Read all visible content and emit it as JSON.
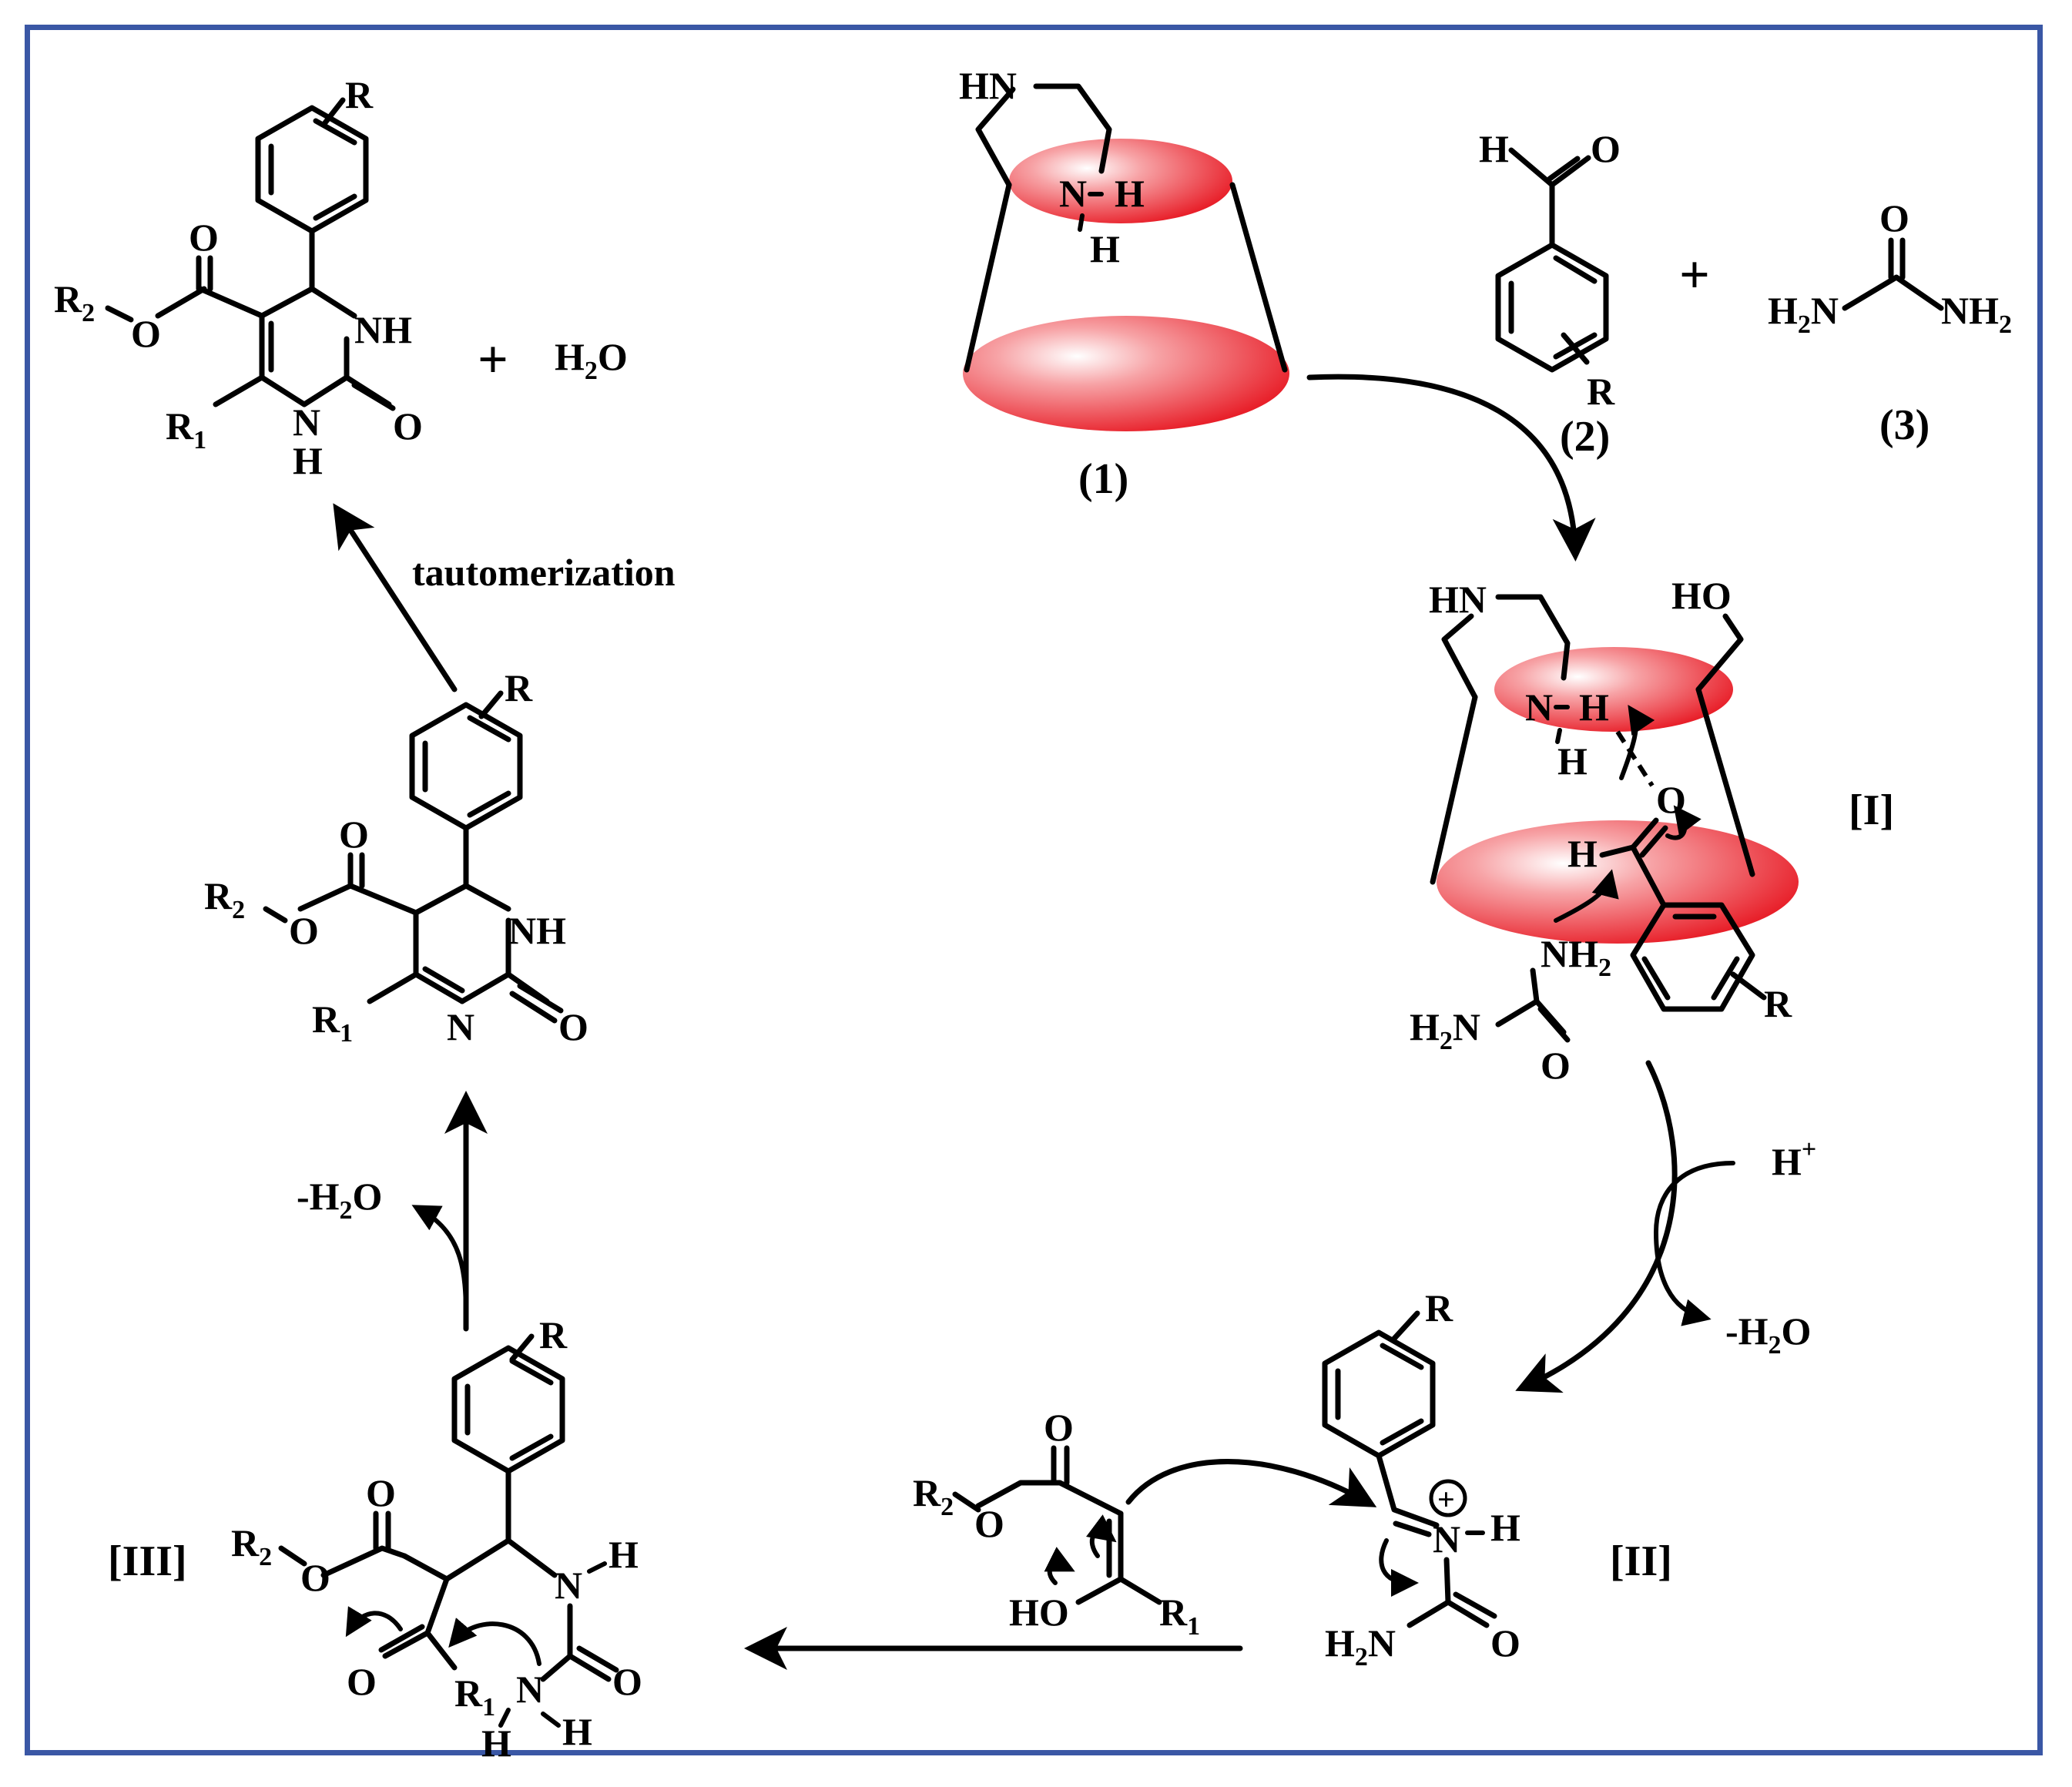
{
  "labels": {
    "cat1": "(1)",
    "cmp2": "(2)",
    "cmp3": "(3)",
    "int1": "[I]",
    "int2": "[II]",
    "int3": "[III]",
    "plus1": "+",
    "plus2": "+",
    "water_product": "H",
    "water_product_sub": "2",
    "water_product_o": "O",
    "tautomerization": "tautomerization",
    "h_plus": "H",
    "h_plus_sup": "+",
    "minus_water_right": "-H",
    "minus_water_right_sub": "2",
    "minus_water_right_o": "O",
    "minus_water_left": "-H",
    "minus_water_left_sub": "2",
    "minus_water_left_o": "O"
  },
  "atoms": {
    "HN": "HN",
    "N": "N",
    "H": "H",
    "O": "O",
    "HO": "HO",
    "R": "R",
    "NH": "NH",
    "NH2": "NH",
    "H2N": "H",
    "R1": "R",
    "R2": "R",
    "N_H": "N",
    "plus_charge": "+",
    "one": "1",
    "two": "2"
  },
  "colors": {
    "frame": "#3a57a5",
    "ellipse_red": "#e8202a",
    "ellipse_light": "#ffffff"
  }
}
